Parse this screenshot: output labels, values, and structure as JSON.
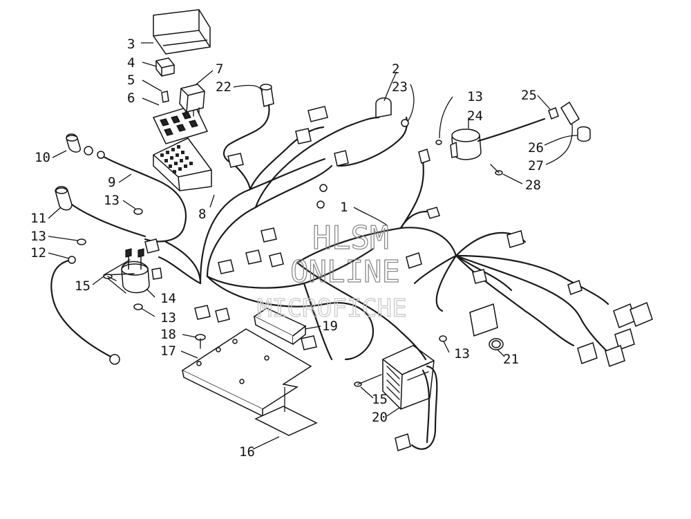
{
  "watermark": {
    "line1": "HLSM",
    "line2": "ONLINE",
    "line3": "MICROFICHE"
  },
  "callouts": {
    "c1": "1",
    "c2": "2",
    "c3": "3",
    "c4": "4",
    "c5": "5",
    "c6": "6",
    "c7": "7",
    "c8": "8",
    "c9": "9",
    "c10": "10",
    "c11": "11",
    "c12": "12",
    "c13a": "13",
    "c13b": "13",
    "c13c": "13",
    "c13d": "13",
    "c13e": "13",
    "c14": "14",
    "c15a": "15",
    "c15b": "15",
    "c16": "16",
    "c17": "17",
    "c18": "18",
    "c19": "19",
    "c20": "20",
    "c21": "21",
    "c22": "22",
    "c23": "23",
    "c24": "24",
    "c25": "25",
    "c26": "26",
    "c27": "27",
    "c28": "28"
  }
}
